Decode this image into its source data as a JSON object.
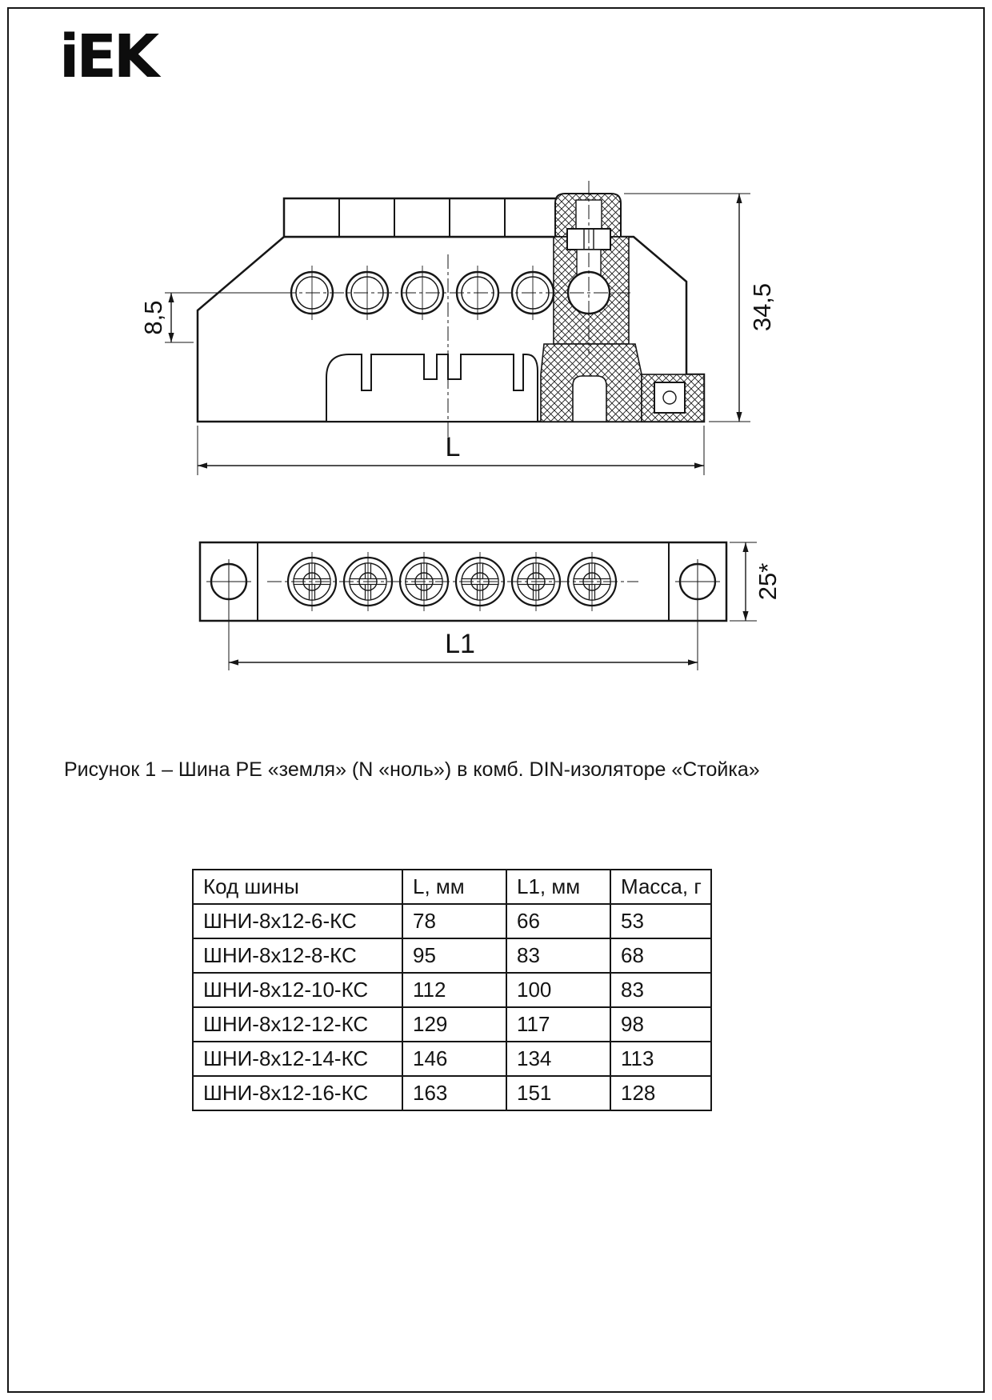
{
  "brand": {
    "logo_text": "iEK"
  },
  "figure": {
    "caption": "Рисунок 1 – Шина PE «земля» (N «ноль») в комб. DIN-изоляторе «Стойка»",
    "dimensions": {
      "hole_offset": "8,5",
      "height": "34,5",
      "length": "L",
      "hole_spacing": "L1",
      "width": "25*"
    }
  },
  "table": {
    "headers": [
      "Код шины",
      "L, мм",
      "L1, мм",
      "Масса, г"
    ],
    "rows": [
      [
        "ШНИ-8х12-6-КС",
        "78",
        "66",
        "53"
      ],
      [
        "ШНИ-8х12-8-КС",
        "95",
        "83",
        "68"
      ],
      [
        "ШНИ-8х12-10-КС",
        "112",
        "100",
        "83"
      ],
      [
        "ШНИ-8х12-12-КС",
        "129",
        "117",
        "98"
      ],
      [
        "ШНИ-8х12-14-КС",
        "146",
        "134",
        "113"
      ],
      [
        "ШНИ-8х12-16-КС",
        "163",
        "151",
        "128"
      ]
    ]
  }
}
